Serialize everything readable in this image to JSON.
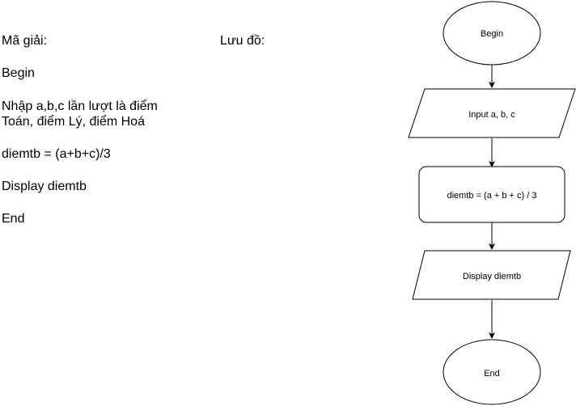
{
  "pseudocode": {
    "heading": "Mã giải:",
    "lines": [
      "Begin",
      "Nhập a,b,c lần lượt là điểm",
      "Toán, điểm Lý, điểm Hoá",
      "diemtb = (a+b+c)/3",
      "Display diemtb",
      "End"
    ]
  },
  "flowchart": {
    "heading": "Lưu đồ:",
    "nodes": [
      {
        "shape": "terminator",
        "label": "Begin"
      },
      {
        "shape": "input-output",
        "label": "Input a, b, c"
      },
      {
        "shape": "process",
        "label": "diemtb = (a + b + c) / 3"
      },
      {
        "shape": "input-output",
        "label": "Display diemtb"
      },
      {
        "shape": "terminator",
        "label": "End"
      }
    ]
  }
}
